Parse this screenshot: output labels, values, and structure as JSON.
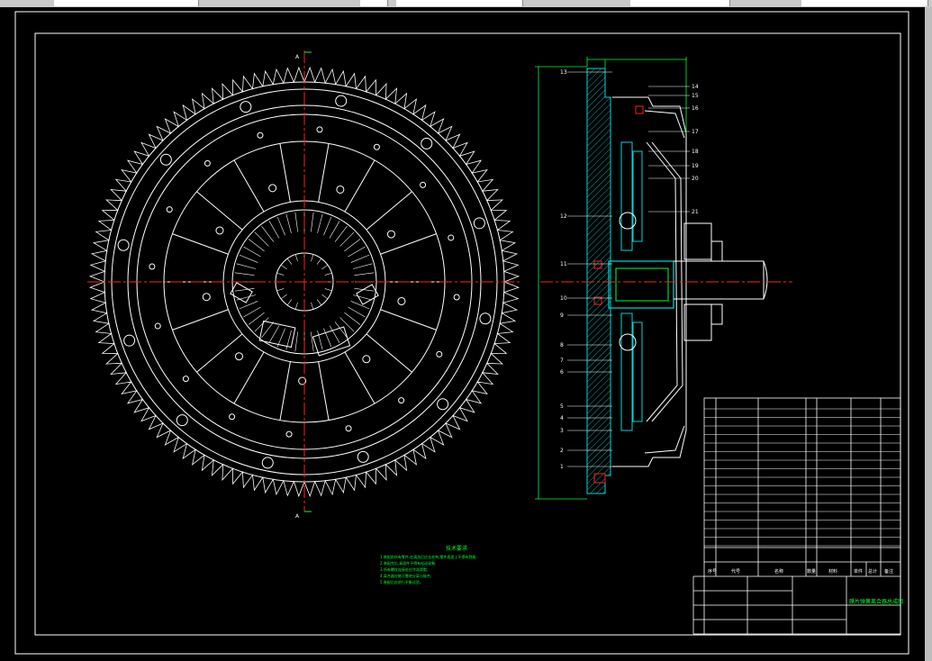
{
  "colors": {
    "background": "#000000",
    "line": "#ffffff",
    "center_line": "#ff2020",
    "section": "#00d8d8",
    "dimension": "#00ff33",
    "hatch": "#00a8a8"
  },
  "icons": [
    "cad-toolbar-strip",
    "scrollbar"
  ],
  "front_view": {
    "section_marks": [
      "A",
      "A"
    ]
  },
  "section_view": {
    "left_callouts": [
      "13",
      "12",
      "11",
      "10",
      "9",
      "8",
      "7",
      "6",
      "5",
      "4",
      "3",
      "2",
      "1"
    ],
    "right_callouts": [
      "14",
      "15",
      "16",
      "17",
      "18",
      "19",
      "20",
      "21"
    ]
  },
  "technical_notes": {
    "title": "技术要求",
    "lines": [
      "1.装配前所有零件,在清洗后应去毛刺,零件表面上不得有划痕;",
      "2.装配完后,紧固件不得有松动现象;",
      "3.所有螺纹连接处应涂润滑脂;",
      "4.离合器应能可靠地分离与接合;",
      "5.装配后应进行平衡试验。"
    ]
  },
  "title_block": {
    "drawing_name": "膜片弹簧离合器总成图",
    "header": [
      "序号",
      "代号",
      "名称",
      "数量",
      "材料",
      "单件",
      "总计",
      "备注"
    ]
  }
}
